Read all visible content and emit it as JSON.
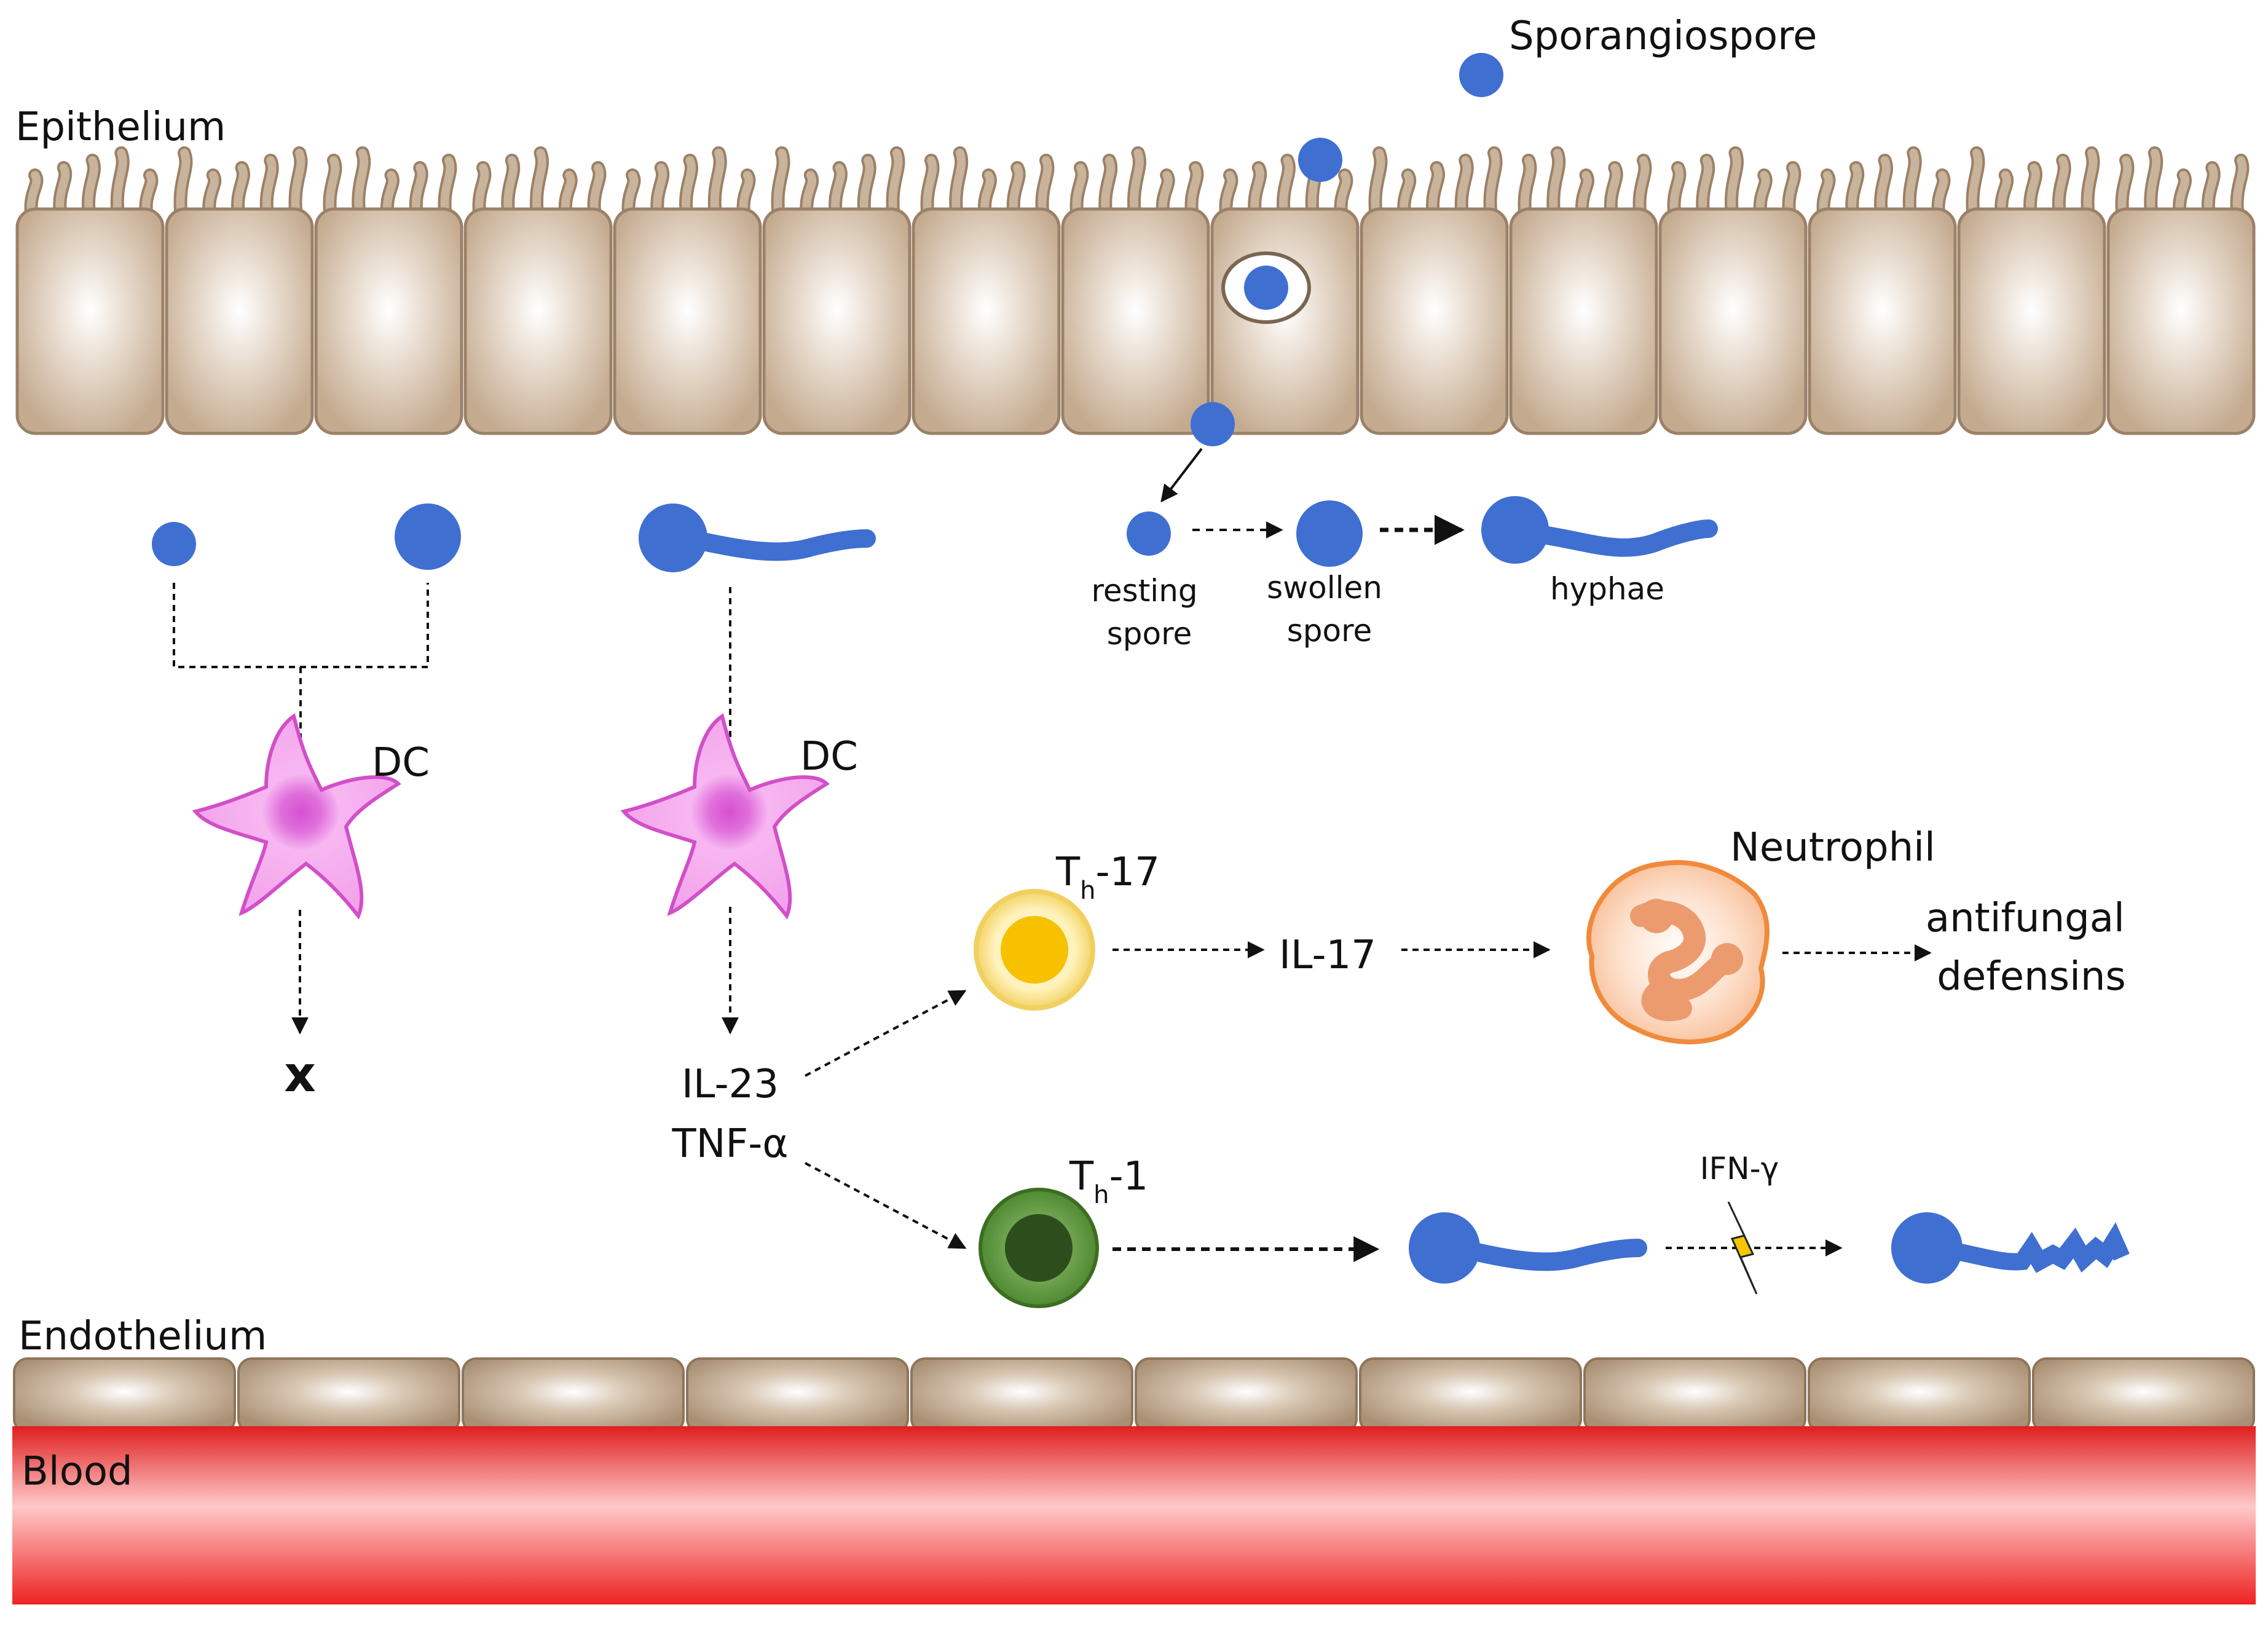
{
  "labels": {
    "sporangiospore": "Sporangiospore",
    "epithelium": "Epithelium",
    "resting_spore": [
      "resting",
      "spore"
    ],
    "swollen_spore": [
      "swollen",
      "spore"
    ],
    "hyphae": "hyphae",
    "dc_left": "DC",
    "dc_right": "DC",
    "x_mark": "x",
    "il23": "IL-23",
    "tnf": "TNF-α",
    "th17": {
      "base": "T",
      "sub": "h",
      "suffix": "-17"
    },
    "th1": {
      "base": "T",
      "sub": "h",
      "suffix": "-1"
    },
    "il17": "IL-17",
    "neutrophil": "Neutrophil",
    "antifungal": [
      "antifungal",
      "defensins"
    ],
    "ifn": "IFN-γ",
    "endothelium": "Endothelium",
    "blood": "Blood"
  },
  "colors": {
    "spore_blue": "#3f6fd1",
    "epithelial_cell": "#c9b39b",
    "epithelial_outline": "#9a8167",
    "dendritic_cell": "#f09be6",
    "dc_outline": "#d24fc8",
    "th17_yellow": "#f7c100",
    "th1_green": "#4a7d2c",
    "neutrophil_orange": "#f08a3c",
    "blood_red": "#ee2b2b"
  },
  "counts": {
    "epithelial_cells": 15,
    "endothelial_cells": 10
  }
}
